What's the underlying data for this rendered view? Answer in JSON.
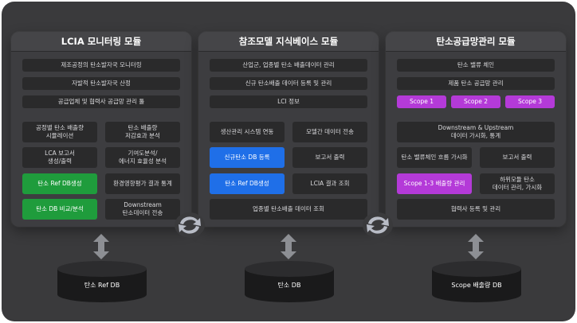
{
  "panels": {
    "lcia": {
      "title": "LCIA 모니터링 모듈",
      "row1": "제조공정의 탄소발자국 모니터링",
      "row2": "자발적 탄소발자국 산정",
      "row3": "공급업체 및 협력사 공급망 관리 툴",
      "b1l": "공정별 탄소 배출량\n시뮬레이션",
      "b1r": "탄소 배출량\n저감효과 분석",
      "b2l": "LCA 보고서\n생성/출력",
      "b2r": "기여도분석/\n에너지 효율성 분석",
      "b3l": "탄소 Ref DB생성",
      "b3r": "환경영향평가 결과 통계",
      "b4l": "탄소 DB 비교/분석",
      "b4r": "Downstream\n탄소데이터 전송"
    },
    "knowledge": {
      "title": "참조모델 지식베이스 모듈",
      "row1": "산업군, 업종별 탄소 배출데이터 관리",
      "row2": "신규 탄소배출 데이터 등록 및 관리",
      "row3": "LCI 정보",
      "b1l": "생산관리 시스템 연동",
      "b1r": "모델간 데이터 전송",
      "b2l": "신규탄소 DB 등록",
      "b2r": "보고서 출력",
      "b3l": "탄소 Ref DB생성",
      "b3r": "LCIA 결과 조회",
      "b4": "업종별 탄소배출 데이터 조회"
    },
    "supply": {
      "title": "탄소공급망관리 모듈",
      "row1": "탄소 밸류 체인",
      "row2": "제품 탄소 공급망 관리",
      "scope1": "Scope 1",
      "scope2": "Scope 2",
      "scope3": "Scope 3",
      "b1": "Downstream & Upstream\n데이터 가시화, 통계",
      "b2l": "탄소 밸류체인 흐름 가시화",
      "b2r": "보고서 출력",
      "b3l": "Scope 1-3 배출량 관리",
      "b3r": "하위모듈 탄소\n데이터 관리, 가시화",
      "b4": "협력사 등록 및 관리"
    }
  },
  "databases": {
    "ref": "탄소 Ref DB",
    "carbon": "탄소 DB",
    "scope": "Scope 배출량 DB"
  },
  "colors": {
    "background": "#3a3a3c",
    "panel": "#3d3d40",
    "box": "#2a2a2b",
    "green": "#1f9c3c",
    "blue": "#1f6fe8",
    "purple": "#b43ad8"
  },
  "icons": {
    "arrow": "double-arrow-icon",
    "sync": "sync-icon",
    "database": "database-icon"
  }
}
